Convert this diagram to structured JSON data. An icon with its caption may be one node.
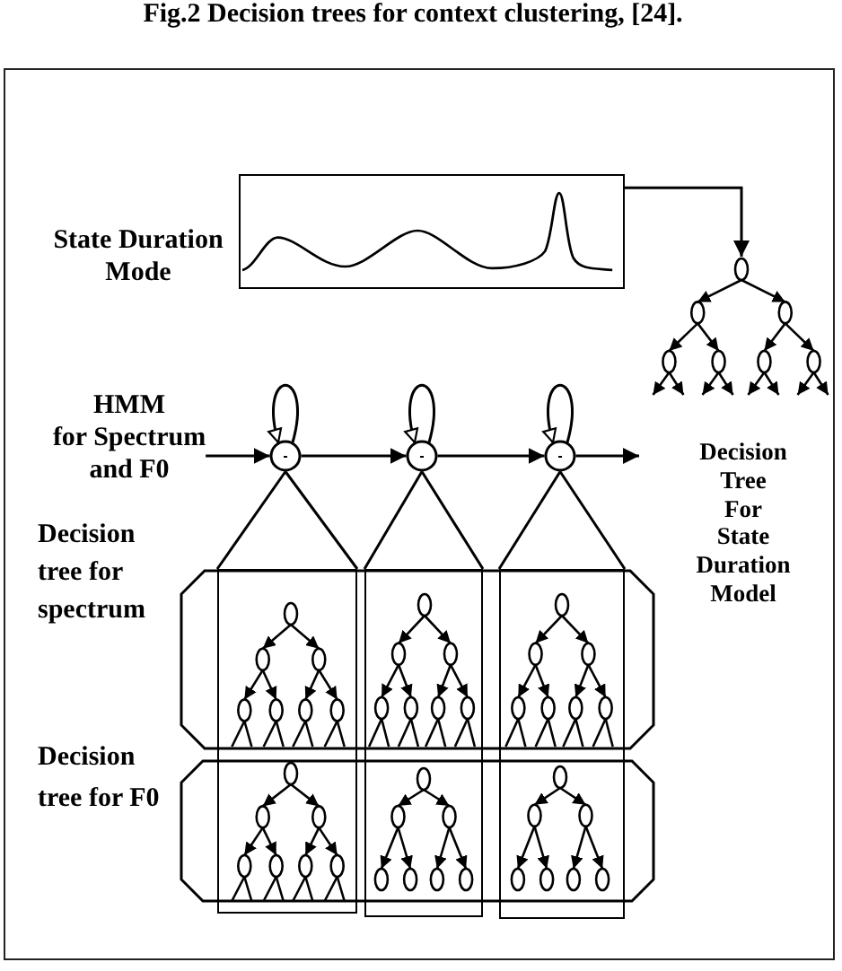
{
  "diagram": {
    "caption": "Fig.2 Decision trees for context clustering, [24].",
    "nodes": [
      {
        "text": [],
        "shape": "box",
        "beside": [
          "State Duration Mode"
        ]
      },
      {
        "text": [],
        "shape": "picture",
        "beside": [
          "Decision Tree For State Duration Model"
        ]
      },
      {
        "text": [
          "HMM for Spectrum and F0"
        ]
      },
      {
        "text": [],
        "shape": "circle"
      },
      {
        "text": [],
        "shape": "circle"
      },
      {
        "text": [],
        "shape": "circle"
      },
      {
        "text": [],
        "shape": "box"
      },
      {
        "text": [],
        "shape": "box"
      },
      {
        "text": [],
        "shape": "box"
      },
      {
        "text": [],
        "shape": "picture",
        "in": 6
      },
      {
        "text": [],
        "shape": "picture",
        "in": 7
      },
      {
        "text": [],
        "shape": "picture",
        "in": 8
      },
      {
        "text": [],
        "shape": "picture",
        "in": 6
      },
      {
        "text": [],
        "shape": "picture",
        "in": 7
      },
      {
        "text": [],
        "shape": "picture",
        "in": 8
      }
    ],
    "edges": [
      {
        "from": 0,
        "to": 1,
        "arrow": "to"
      },
      {
        "from": 2,
        "to": 3,
        "arrow": "to"
      },
      {
        "from": 3,
        "to": 3,
        "arrow": "to"
      },
      {
        "from": 3,
        "to": 4,
        "arrow": "to"
      },
      {
        "from": 4,
        "to": 4,
        "arrow": "to"
      },
      {
        "from": 4,
        "to": 5,
        "arrow": "to"
      },
      {
        "from": 5,
        "to": 5,
        "arrow": "to"
      },
      {
        "from": 5,
        "to": null,
        "arrow": "to"
      },
      {
        "from": 3,
        "to": 6,
        "arrow": "none"
      },
      {
        "from": 3,
        "to": 6,
        "arrow": "none"
      },
      {
        "from": 4,
        "to": 7,
        "arrow": "none"
      },
      {
        "from": 4,
        "to": 7,
        "arrow": "none"
      },
      {
        "from": 5,
        "to": 8,
        "arrow": "none"
      },
      {
        "from": 5,
        "to": 8,
        "arrow": "none"
      }
    ],
    "labels": [
      "Decision tree for spectrum",
      "Decision tree for F0"
    ]
  }
}
